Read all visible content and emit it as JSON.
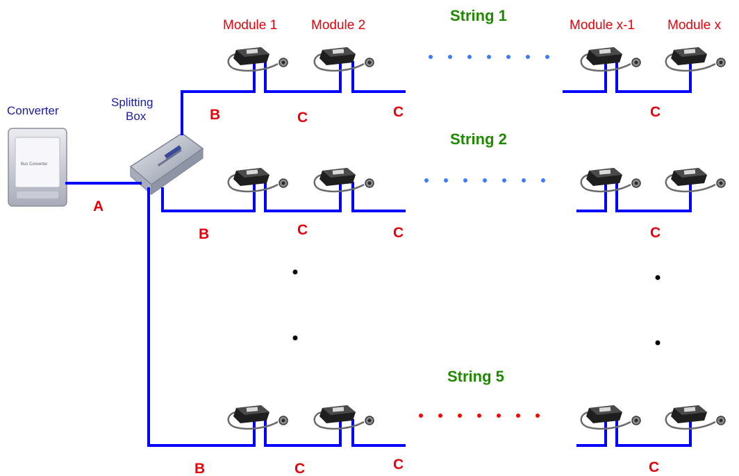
{
  "labels": {
    "converter": "Converter",
    "splitting_box_line1": "Splitting",
    "splitting_box_line2": "Box",
    "device_text_converter": "Bus Converter",
    "module1": "Module 1",
    "module2": "Module 2",
    "module_x1": "Module x-1",
    "module_x": "Module x",
    "string1": "String 1",
    "string2": "String 2",
    "string5": "String 5",
    "seg_a": "A",
    "seg_b": "B",
    "seg_c": "C"
  },
  "colors": {
    "wire": "#0000ff",
    "segment_label": "#e8000a",
    "string_label": "#1f8a00",
    "device_label": "#1a1aa8",
    "string_dots_1_2": "#3a7bff",
    "string_dots_5": "#ff0000"
  },
  "icons": [
    "converter-device-icon",
    "splitting-box-icon",
    "module-icon",
    "sensor-icon"
  ]
}
